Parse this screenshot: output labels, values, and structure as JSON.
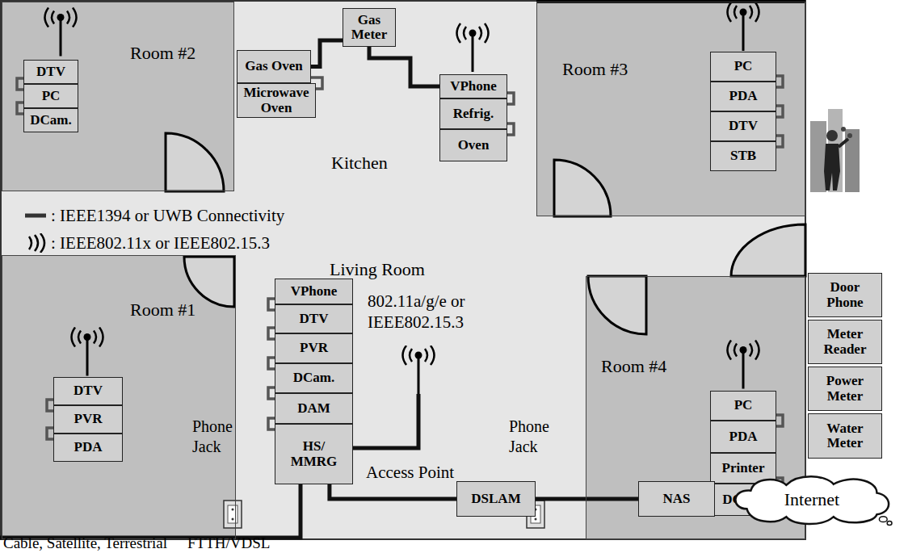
{
  "diagram": {
    "nodes": [
      {
        "text": [
          "Room #2"
        ]
      },
      {
        "text": [
          "DTV"
        ],
        "in": 0
      },
      {
        "text": [
          "PC"
        ],
        "in": 0
      },
      {
        "text": [
          "DCam."
        ],
        "in": 0
      },
      {
        "text": [
          "Gas Meter"
        ]
      },
      {
        "text": [
          "Gas Oven"
        ]
      },
      {
        "text": [
          "Microwave Oven"
        ]
      },
      {
        "text": [
          "VPhone"
        ]
      },
      {
        "text": [
          "Refrig."
        ]
      },
      {
        "text": [
          "Oven"
        ]
      },
      {
        "text": [
          "Room #3"
        ]
      },
      {
        "text": [
          "PC"
        ],
        "in": 10
      },
      {
        "text": [
          "PDA"
        ],
        "in": 10
      },
      {
        "text": [
          "DTV"
        ],
        "in": 10
      },
      {
        "text": [
          "STB"
        ],
        "in": 10
      },
      {
        "text": [
          "Room #1"
        ]
      },
      {
        "text": [
          "DTV"
        ],
        "in": 15
      },
      {
        "text": [
          "PVR"
        ],
        "in": 15
      },
      {
        "text": [
          "PDA"
        ],
        "in": 15
      },
      {
        "text": [
          "VPhone"
        ]
      },
      {
        "text": [
          "DTV"
        ]
      },
      {
        "text": [
          "PVR"
        ]
      },
      {
        "text": [
          "DCam."
        ]
      },
      {
        "text": [
          "DAM"
        ]
      },
      {
        "text": [
          "HS/ MMRG"
        ]
      },
      {
        "text": [
          "Access Point"
        ]
      },
      {
        "text": [
          "Room #4"
        ]
      },
      {
        "text": [
          "PC"
        ],
        "in": 26
      },
      {
        "text": [
          "PDA"
        ],
        "in": 26
      },
      {
        "text": [
          "Printer"
        ],
        "in": 26
      },
      {
        "text": [
          "DCam."
        ],
        "in": 26
      },
      {
        "text": [
          "Door Phone"
        ]
      },
      {
        "text": [
          "Meter Reader"
        ]
      },
      {
        "text": [
          "Power Meter"
        ]
      },
      {
        "text": [
          "Water Meter"
        ]
      },
      {
        "text": [
          "DSLAM"
        ]
      },
      {
        "text": [
          "NAS"
        ]
      },
      {
        "text": [
          "Internet"
        ]
      }
    ],
    "edges": [
      {
        "from": 1,
        "to": 2,
        "arrow": "none"
      },
      {
        "from": 2,
        "to": 3,
        "arrow": "none"
      },
      {
        "from": 4,
        "to": 5,
        "arrow": "none"
      },
      {
        "from": 4,
        "to": 7,
        "arrow": "none"
      },
      {
        "from": 5,
        "to": 6,
        "arrow": "none"
      },
      {
        "from": 7,
        "to": 8,
        "arrow": "none"
      },
      {
        "from": 8,
        "to": 9,
        "arrow": "none"
      },
      {
        "from": 11,
        "to": 12,
        "arrow": "none"
      },
      {
        "from": 12,
        "to": 13,
        "arrow": "none"
      },
      {
        "from": 13,
        "to": 14,
        "arrow": "none"
      },
      {
        "from": 16,
        "to": 17,
        "arrow": "none"
      },
      {
        "from": 17,
        "to": 18,
        "arrow": "none"
      },
      {
        "from": 19,
        "to": 20,
        "arrow": "none"
      },
      {
        "from": 20,
        "to": 21,
        "arrow": "none"
      },
      {
        "from": 21,
        "to": 22,
        "arrow": "none"
      },
      {
        "from": 22,
        "to": 23,
        "arrow": "none"
      },
      {
        "from": 23,
        "to": 24,
        "arrow": "none"
      },
      {
        "from": 24,
        "to": 25,
        "arrow": "none"
      },
      {
        "from": 27,
        "to": 28,
        "arrow": "none"
      },
      {
        "from": 29,
        "to": 30,
        "arrow": "none"
      },
      {
        "from": 24,
        "to": 35,
        "arrow": "none"
      },
      {
        "from": 35,
        "to": 36,
        "arrow": "none"
      },
      {
        "from": 36,
        "to": 37,
        "arrow": "none"
      }
    ],
    "labels": [
      "Kitchen",
      "Living Room",
      "802.11a/g/e or IEEE802.15.3",
      "Phone Jack",
      "Phone Jack",
      "Cable, Satellite, Terrestrial",
      "FTTH/VDSL"
    ],
    "legend": [
      {
        "text": ": IEEE1394 or UWB Connectivity"
      },
      {
        "text": ": IEEE802.11x or IEEE802.15.3"
      }
    ]
  }
}
